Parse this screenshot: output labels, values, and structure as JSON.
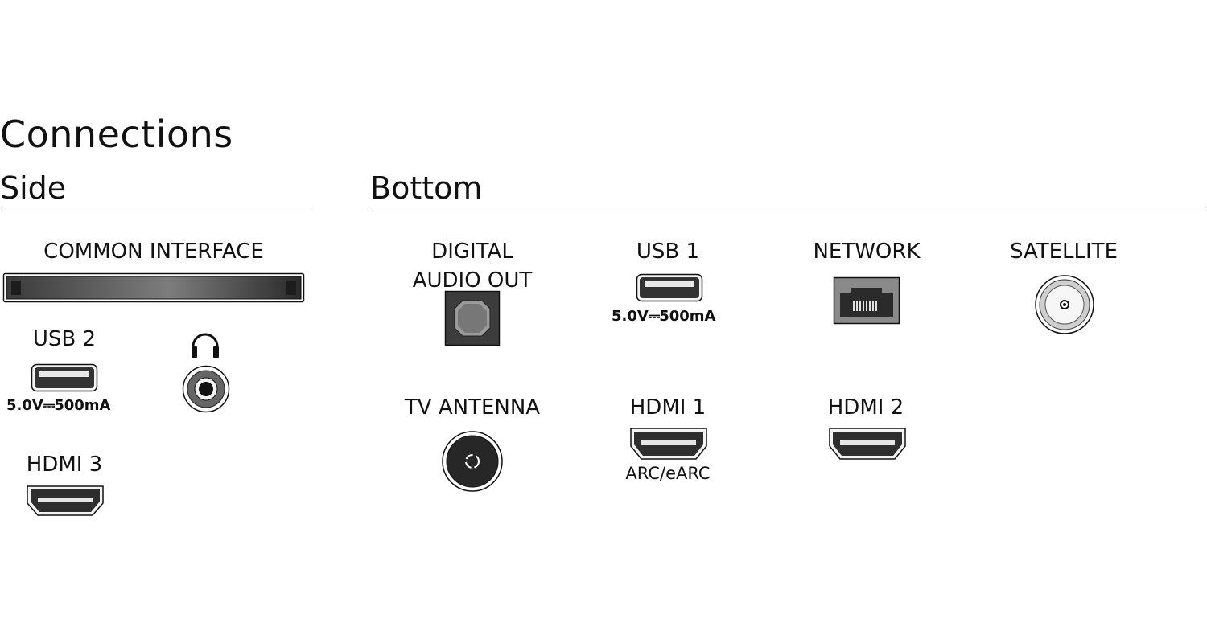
{
  "title": "Connections",
  "sections": {
    "side": "Side",
    "bottom": "Bottom"
  },
  "side": {
    "common_interface": "COMMON INTERFACE",
    "usb2": {
      "label": "USB 2",
      "spec_v": "5.0V",
      "spec_a": "500mA"
    },
    "headphone_icon": "headphone-icon",
    "hdmi3": "HDMI 3"
  },
  "bottom": {
    "digital_audio_out_line1": "DIGITAL",
    "digital_audio_out_line2": "AUDIO OUT",
    "usb1": {
      "label": "USB 1",
      "spec_v": "5.0V",
      "spec_a": "500mA"
    },
    "network": "NETWORK",
    "satellite": "SATELLITE",
    "tv_antenna": "TV ANTENNA",
    "hdmi1": {
      "label": "HDMI 1",
      "sub": "ARC/eARC"
    },
    "hdmi2": "HDMI 2"
  }
}
